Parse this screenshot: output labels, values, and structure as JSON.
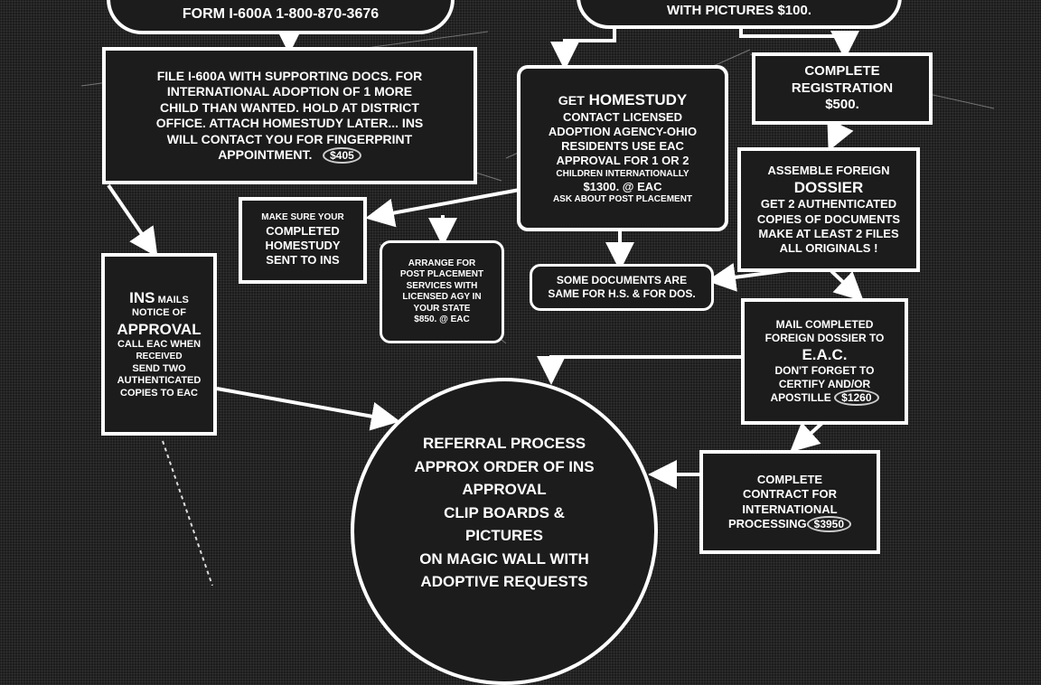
{
  "top_left_pill": {
    "text": "FORM I-600A 1-800-870-3676"
  },
  "top_right_pill": {
    "text": "WITH PICTURES   $100."
  },
  "file_i600a": {
    "lines": [
      "FILE I-600A WITH SUPPORTING DOCS. FOR",
      "INTERNATIONAL ADOPTION OF 1 MORE",
      "CHILD THAN WANTED.  HOLD AT DISTRICT",
      "OFFICE.  ATTACH HOMESTUDY LATER... INS",
      "WILL CONTACT YOU FOR FINGERPRINT",
      "APPOINTMENT."
    ],
    "fee": "$405"
  },
  "homestudy": {
    "title_small": "GET",
    "title": "HOMESTUDY",
    "lines": [
      "CONTACT LICENSED",
      "ADOPTION AGENCY-OHIO",
      "RESIDENTS USE EAC",
      "APPROVAL FOR 1 OR 2"
    ],
    "small": "CHILDREN INTERNATIONALLY",
    "fee": "$1300. @ EAC",
    "footer": "ASK ABOUT POST PLACEMENT"
  },
  "registration": {
    "lines": [
      "COMPLETE",
      "REGISTRATION",
      "$500."
    ]
  },
  "dossier": {
    "top": "ASSEMBLE FOREIGN",
    "title": "DOSSIER",
    "lines": [
      "GET 2 AUTHENTICATED",
      "COPIES OF DOCUMENTS",
      "MAKE AT LEAST 2 FILES",
      "ALL ORIGINALS !"
    ]
  },
  "homestudy_sent": {
    "small": "MAKE SURE YOUR",
    "lines": [
      "COMPLETED",
      "HOMESTUDY",
      "SENT TO INS"
    ]
  },
  "post_placement": {
    "lines": [
      "ARRANGE FOR",
      "POST PLACEMENT",
      "SERVICES WITH",
      "LICENSED AGY IN",
      "YOUR STATE",
      "$850. @ EAC"
    ]
  },
  "same_docs": {
    "lines": [
      "SOME DOCUMENTS ARE",
      "SAME FOR H.S. & FOR DOS."
    ]
  },
  "ins_approval": {
    "title": "INS",
    "title_small": "MAILS",
    "line1": "NOTICE OF",
    "big": "APPROVAL",
    "lines": [
      "CALL EAC WHEN",
      "RECEIVED",
      "SEND TWO",
      "AUTHENTICATED",
      "COPIES TO EAC"
    ]
  },
  "mail_dossier": {
    "lines": [
      "MAIL COMPLETED",
      "FOREIGN DOSSIER TO"
    ],
    "big": "E.A.C.",
    "lines2": [
      "DON'T FORGET TO",
      "CERTIFY AND/OR"
    ],
    "last": "APOSTILLE",
    "fee": "$1260"
  },
  "contract": {
    "lines": [
      "COMPLETE",
      "CONTRACT FOR",
      "INTERNATIONAL"
    ],
    "last": "PROCESSING",
    "fee": "$3950"
  },
  "referral": {
    "lines": [
      "REFERRAL PROCESS",
      "APPROX ORDER OF INS",
      "APPROVAL",
      "CLIP BOARDS &",
      "PICTURES",
      "ON MAGIC WALL WITH",
      "ADOPTIVE REQUESTS"
    ]
  }
}
